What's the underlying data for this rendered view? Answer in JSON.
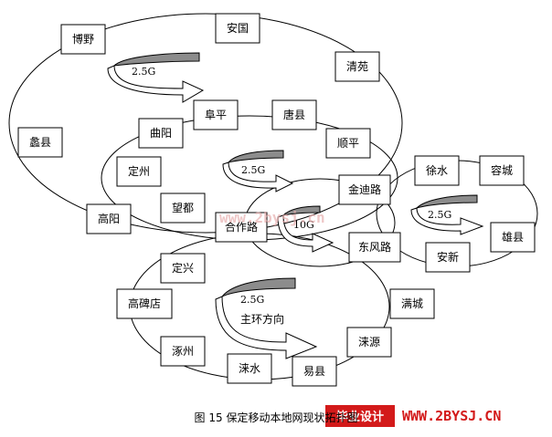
{
  "nodes": {
    "boye": "博野",
    "anguo": "安国",
    "qingyuan": "清苑",
    "fuping": "阜平",
    "tangxian": "唐县",
    "quyang": "曲阳",
    "shunping": "顺平",
    "lixian": "蠡县",
    "dingzhou": "定州",
    "jindilu": "金迪路",
    "xushui": "徐水",
    "rongcheng": "容城",
    "wangdu": "望都",
    "gaoyang": "高阳",
    "hezuolu": "合作路",
    "dongfenglu": "东风路",
    "xiongxian": "雄县",
    "anxin": "安新",
    "dingxing": "定兴",
    "gaobeidian": "高碑店",
    "mancheng": "满城",
    "laiyuan": "涞源",
    "zhuozhou": "涿州",
    "laishui": "涞水",
    "yixian": "易县"
  },
  "links": {
    "top_ring": "2.5G",
    "middle_ring": "2.5G",
    "core_ring": "10G",
    "right_ring": "2.5G",
    "bottom_ring": "2.5G",
    "main_direction": "主环方向"
  },
  "caption": "图 15 保定移动本地网现状拓扑图",
  "watermark": {
    "text": "www.2bysj.cn",
    "badge": "毕业设计",
    "site": "WWW.2BYSJ.CN",
    "color": "#d31a1a"
  }
}
